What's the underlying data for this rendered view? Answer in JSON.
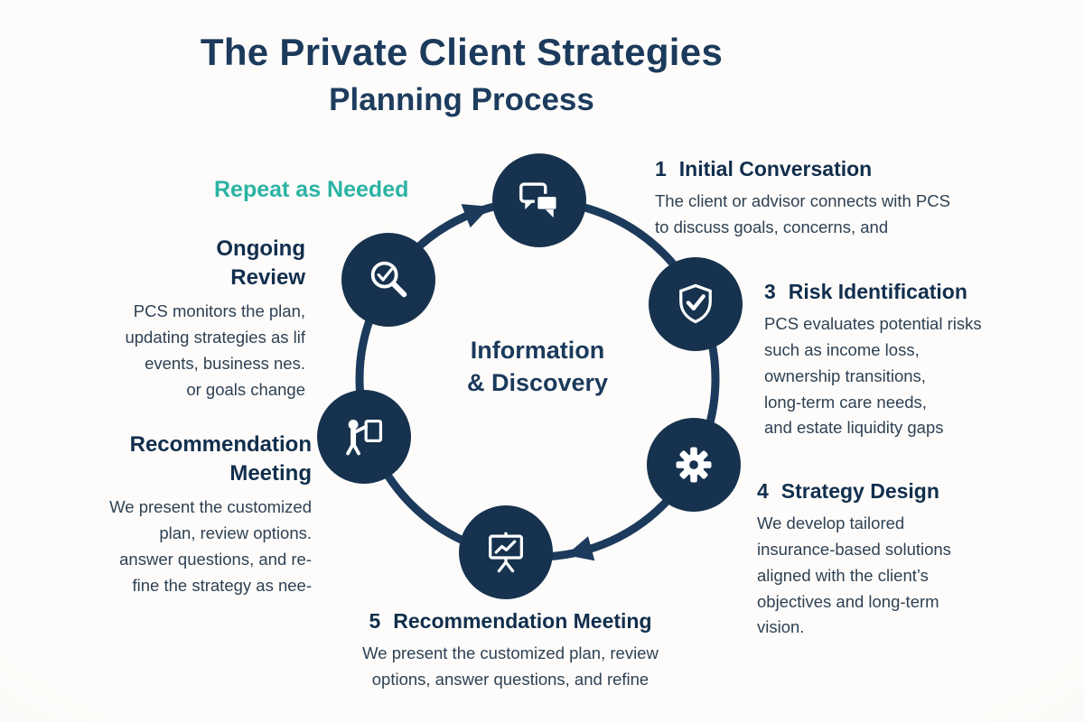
{
  "title": {
    "line1": "The Private Client Strategies",
    "line2": "Planning Process"
  },
  "repeat_label": "Repeat as Needed",
  "center_label": {
    "text": "Information\n& Discovery"
  },
  "icons": {
    "top": "chat-bubbles-icon",
    "upper_left": "magnifier-check-icon",
    "upper_right": "shield-check-icon",
    "lower_left": "presenter-board-icon",
    "lower_right": "gear-icon",
    "bottom": "presentation-chart-icon"
  },
  "steps": {
    "initial_conversation": {
      "number": "1",
      "title": "Initial Conversation",
      "body": "The client or advisor connects with PCS\nto discuss goals, concerns, and"
    },
    "risk_identification": {
      "number": "3",
      "title": "Risk Identification",
      "body": "PCS evaluates potential risks\nsuch as income loss,\nownership transitions,\nlong-term care needs,\nand estate liquidity gaps"
    },
    "strategy_design": {
      "number": "4",
      "title": "Strategy Design",
      "body": "We develop tailored\ninsurance-based solutions\naligned with the client’s\nobjectives and long-term\nvision."
    },
    "recommendation_meeting_bottom": {
      "number": "5",
      "title": "Recommendation Meeting",
      "body": "We present the customized plan, review\noptions, answer questions, and refine"
    },
    "recommendation_meeting_left": {
      "title": "Recommendation\nMeeting",
      "body": "We present the customized\nplan, review options.\nanswer questions, and re-\nfine the strategy as nee-"
    },
    "ongoing_review": {
      "title": "Ongoing\nReview",
      "body": "PCS monitors the plan,\nupdating strategies as lif\nevents, business nes.\nor goals change"
    }
  },
  "colors": {
    "navy": "#1b3a5c",
    "navy_deep": "#16324e",
    "teal": "#2bb3a4",
    "body_text": "#2e4154",
    "background": "#fbfaf7"
  }
}
